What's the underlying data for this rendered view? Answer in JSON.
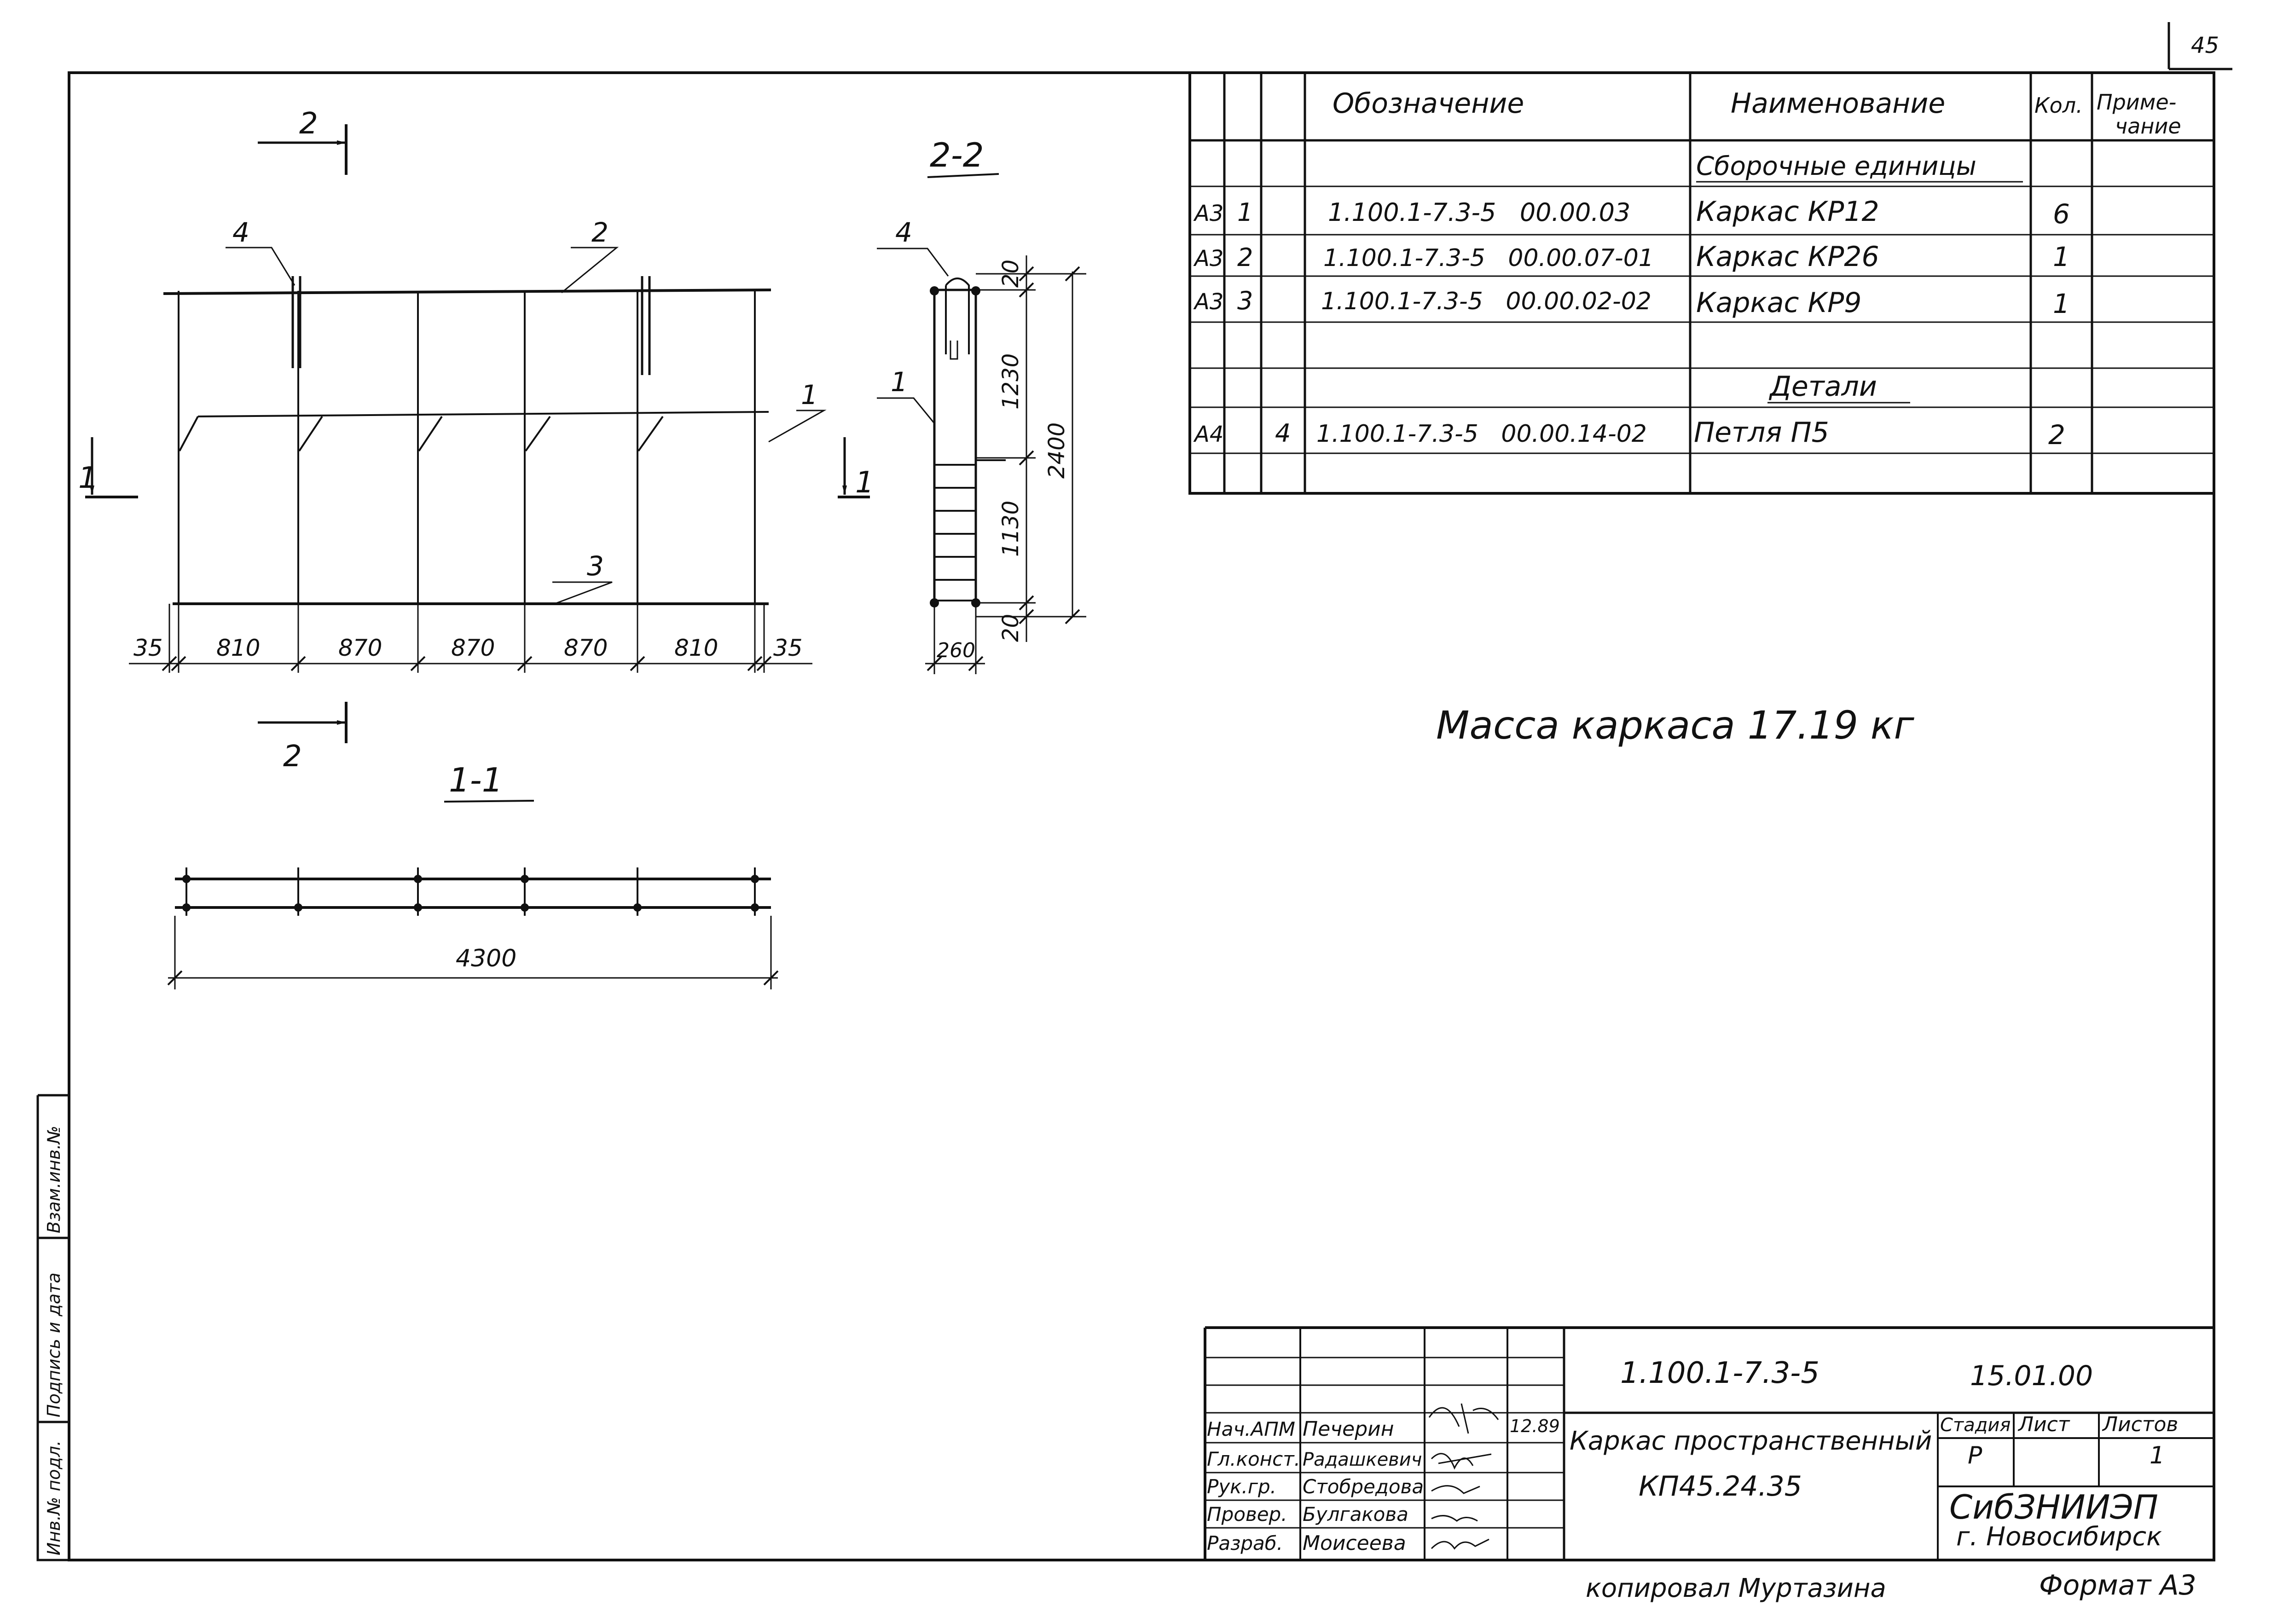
{
  "sheet_number": "45",
  "sections": {
    "section_2_marker": "2",
    "section_1_marker": "1",
    "title_2_2": "2-2",
    "title_1_1": "1-1"
  },
  "position_callouts": {
    "pos_1": "1",
    "pos_2": "2",
    "pos_3": "3",
    "pos_4": "4"
  },
  "elevation_dimensions": [
    "35",
    "810",
    "870",
    "870",
    "870",
    "810",
    "35"
  ],
  "section_2_2_dimensions": {
    "top": "20",
    "upper": "1230",
    "lower": "1130",
    "bottom": "20",
    "height_total": "2400",
    "width": "260"
  },
  "plan_dimension": "4300",
  "spec_table": {
    "headers": {
      "designation": "Обозначение",
      "name": "Наименование",
      "qty": "Кол.",
      "note_line1": "Приме-",
      "note_line2": "чание"
    },
    "group_assembly": "Сборочные единицы",
    "group_details": "Детали",
    "rows": [
      {
        "format": "A3",
        "pos": "1",
        "designation": "1.100.1-7.3-5   00.00.03",
        "name": "Каркас КР12",
        "qty": "6"
      },
      {
        "format": "A3",
        "pos": "2",
        "designation": "1.100.1-7.3-5   00.00.07-01",
        "name": "Каркас КР26",
        "qty": "1"
      },
      {
        "format": "A3",
        "pos": "3",
        "designation": "1.100.1-7.3-5   00.00.02-02",
        "name": "Каркас КР9",
        "qty": "1"
      },
      {
        "format": "A4",
        "pos": "4",
        "designation": "1.100.1-7.3-5   00.00.14-02",
        "name": "Петля П5",
        "qty": "2"
      }
    ]
  },
  "mass_note": "Масса каркаса 17.19 кг",
  "left_strip": {
    "replace_inv": "Взам.инв.№",
    "signature_date": "Подпись и дата",
    "inv_original": "Инв.№ подл."
  },
  "title_block": {
    "document_code": "1.100.1-7.3-5",
    "date_code": "15.01.00",
    "title_line1": "Каркас пространственный",
    "title_line2": "КП45.24.35",
    "stage_label": "Стадия",
    "sheet_label": "Лист",
    "sheets_label": "Листов",
    "stage_value": "Р",
    "sheets_value": "1",
    "org_line1": "СибЗНИИЭП",
    "org_line2": "г. Новосибирск",
    "date_entry": "12.89",
    "roles": [
      {
        "role": "Нач.АПМ",
        "name": "Печерин"
      },
      {
        "role": "Гл.конст.",
        "name": "Радашкевич"
      },
      {
        "role": "Рук.гр.",
        "name": "Стобредова"
      },
      {
        "role": "Провер.",
        "name": "Булгакова"
      },
      {
        "role": "Разраб.",
        "name": "Моисеева"
      }
    ]
  },
  "copied_by": "копировал Муртазина",
  "format_label": "Формат А3"
}
